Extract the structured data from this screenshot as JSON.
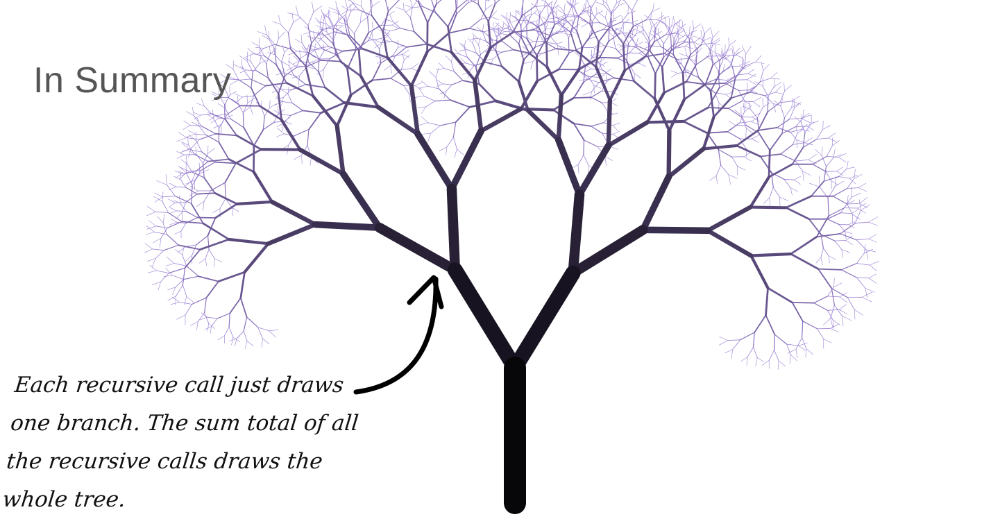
{
  "slide": {
    "title": "In Summary",
    "caption_lines": [
      "Each recursive call just draws",
      "one branch. The sum total of all",
      "the recursive calls draws the",
      "whole tree."
    ]
  },
  "tree": {
    "trunk_color": "#070609",
    "leaf_color": "#9a7fd4",
    "depth": 10
  },
  "annotation": {
    "arrow_color": "#000000"
  }
}
